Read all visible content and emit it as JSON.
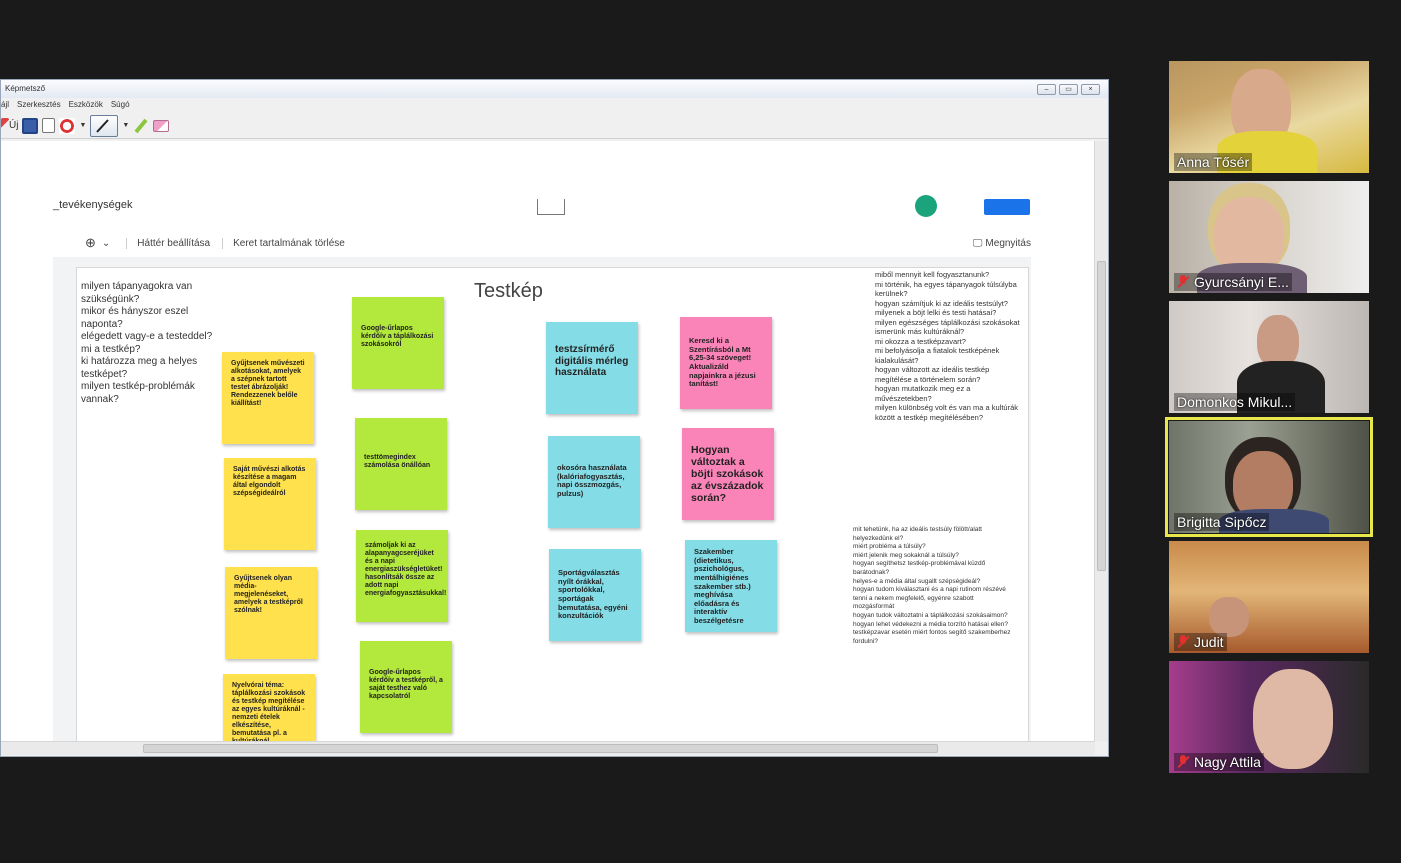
{
  "window": {
    "title": "Képmetsző",
    "menu": [
      "ájl",
      "Szerkesztés",
      "Eszközök",
      "Súgó"
    ],
    "toolbar": {
      "new_label": "Új"
    },
    "buttons": {
      "minimize": "–",
      "restore": "▭",
      "close": "×"
    }
  },
  "jamboard": {
    "frame_title": "_tevékenységek",
    "background_label": "Háttér beállítása",
    "clear_label": "Keret tartalmának törlése",
    "present_label": "Megnyitás",
    "board_title": "Testkép",
    "left_questions": [
      "milyen tápanyagokra van szükségünk?",
      "mikor és hányszor eszel naponta?",
      "elégedett vagy-e a testeddel?",
      "mi a testkép?",
      "ki határozza meg a helyes testképet?",
      "milyen testkép-problémák vannak?"
    ],
    "notes": [
      {
        "id": "y1",
        "text": "Gyűjtsenek művészeti alkotásokat, amelyek a szépnek tartott testet ábrázolják! Rendezzenek belőle kiállítást!"
      },
      {
        "id": "y2",
        "text": "Saját művészi alkotás készítése a magam által elgondolt szépségideálról"
      },
      {
        "id": "y3",
        "text": "Gyűjtsenek olyan média-megjelenéseket, amelyek a testképről szólnak!"
      },
      {
        "id": "y4",
        "text": "Nyelvórai téma: táplálkozási szokások és testkép megítélése az egyes kultúráknál - nemzeti ételek elkészítése, bemutatása pl. a kultúráknál"
      },
      {
        "id": "g1",
        "text": "Google-űrlapos kérdőív a táplálkozási szokásokról"
      },
      {
        "id": "g2",
        "text": "testtömegindex számolása önállóan"
      },
      {
        "id": "g3",
        "text": "számoljak ki az alapanyagcseréjüket és a napi energiaszükségletüket! hasonlítsák össze az adott napi energiafogyasztásukkal!"
      },
      {
        "id": "g4",
        "text": "Google-űrlapos kérdőív a testképről, a saját testhez való kapcsolatról"
      },
      {
        "id": "c1",
        "text": "testzsírmérő digitális mérleg használata"
      },
      {
        "id": "c2",
        "text": "okosóra használata (kalóriafogyasztás, napi összmozgás, pulzus)"
      },
      {
        "id": "c3",
        "text": "Sportágválasztás nyílt órákkal, sportolókkal, sportágak bemutatása, egyéni konzultációk"
      },
      {
        "id": "c4",
        "text": "Szakember (dietetikus, pszichológus, mentálhigiénes szakember stb.) meghívása előadásra és interaktív beszélgetésre"
      },
      {
        "id": "p1",
        "text": "Keresd ki a Szentírásból a Mt 6,25-34 szöveget! Aktualizáld napjainkra a jézusi tanítást!"
      },
      {
        "id": "p2",
        "text": "Hogyan változtak a böjti szokások az évszázadok során?"
      }
    ],
    "right_questions_top": [
      "miből mennyit kell fogyasztanunk?",
      "mi történik, ha egyes tápanyagok túlsúlyba kerülnek?",
      "hogyan számítjuk ki az ideális testsúlyt?",
      "milyenek a böjt lelki és testi hatásai?",
      "milyen egészséges táplálkozási szokásokat ismerünk más kultúráknál?",
      "mi okozza a testképzavart?",
      "mi befolyásolja a fiatalok testképének kialakulását?",
      "hogyan változott az ideális testkép megítélése a történelem során?",
      "hogyan mutatkozik meg ez a művészetekben?",
      "milyen különbség volt és van ma a kultúrák között a testkép megítélésében?"
    ],
    "right_questions_bottom": [
      "mit tehetünk, ha az ideális testsúly fölött/alatt helyezkedünk el?",
      "miért probléma a túlsúly?",
      "miért jelenik meg sokaknál a túlsúly?",
      "hogyan segíthetsz testkép-problémával küzdő barátodnak?",
      "helyes-e a média által sugallt szépségideál?",
      "hogyan tudom kiválasztani és a napi rutinom részévé tenni a nekem megfelelő, egyénre szabott mozgásformát",
      "hogyan tudok változtatni a táplálkozási szokásaimon?",
      "hogyan lehet védekezni a média torzító hatásai ellen?",
      "testképzavar esetén miért fontos segítő szakemberhez fordulni?"
    ]
  },
  "participants": [
    {
      "name": "Anna Tősér",
      "muted": false
    },
    {
      "name": "Gyurcsányi E...",
      "muted": true
    },
    {
      "name": "Domonkos Mikul...",
      "muted": false
    },
    {
      "name": "Brigitta Sipőcz",
      "muted": false,
      "active": true
    },
    {
      "name": "Judit",
      "muted": true
    },
    {
      "name": "Nagy Attila",
      "muted": true
    }
  ],
  "colors": {
    "yellow_note": "#ffe14d",
    "green_note": "#b3e83c",
    "cyan_note": "#84dce6",
    "pink_note": "#fa83b8",
    "active_speaker": "#e8e84a"
  }
}
